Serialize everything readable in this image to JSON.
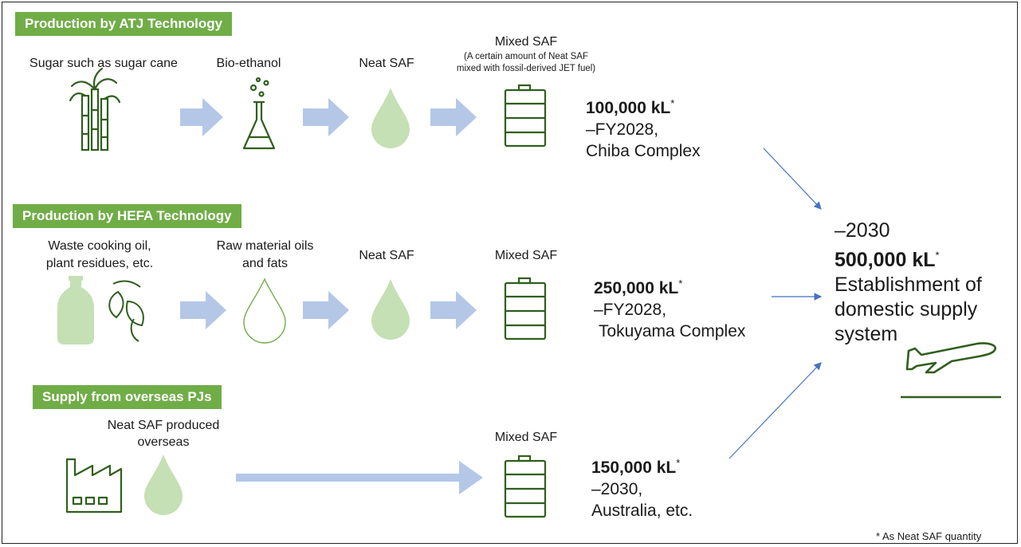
{
  "banners": {
    "atj": "Production by ATJ Technology",
    "hefa": "Production by HEFA Technology",
    "overseas": "Supply from overseas PJs"
  },
  "atj": {
    "sugar": "Sugar such as sugar cane",
    "ethanol": "Bio-ethanol",
    "neat": "Neat SAF",
    "mixed": "Mixed SAF",
    "mixed_note_1": "(A certain amount of Neat SAF",
    "mixed_note_2": "mixed with fossil-derived JET fuel)",
    "amount": "100,000 kL",
    "star": "*",
    "line2": "–FY2028,",
    "line3": "Chiba Complex"
  },
  "hefa": {
    "waste_1": "Waste cooking oil,",
    "waste_2": "plant residues, etc.",
    "raw_1": "Raw material oils",
    "raw_2": "and fats",
    "neat": "Neat SAF",
    "mixed": "Mixed SAF",
    "amount": "250,000 kL",
    "star": "*",
    "line2": "–FY2028,",
    "line3": "Tokuyama Complex"
  },
  "overseas": {
    "neat_1": "Neat SAF produced",
    "neat_2": "overseas",
    "mixed": "Mixed SAF",
    "amount": "150,000 kL",
    "star": "*",
    "line2": "–2030,",
    "line3": "Australia, etc."
  },
  "goal": {
    "year": "–2030",
    "amount": "500,000 kL",
    "star": "*",
    "line1": "Establishment of",
    "line2": "domestic supply",
    "line3": "system"
  },
  "footnote": "* As Neat SAF quantity",
  "colors": {
    "banner": "#70ad47",
    "arrow": "#b4c7e7",
    "icon_green": "#2f5f1d",
    "drop_fill": "#c5e0b4",
    "drop_outline": "#70ad47",
    "connector": "#4472c4"
  },
  "icons": [
    "sugarcane-icon",
    "flask-icon",
    "drop-icon",
    "drum-icon",
    "bottle-leaf-icon",
    "drop-outline-icon",
    "factory-icon",
    "airplane-icon"
  ]
}
